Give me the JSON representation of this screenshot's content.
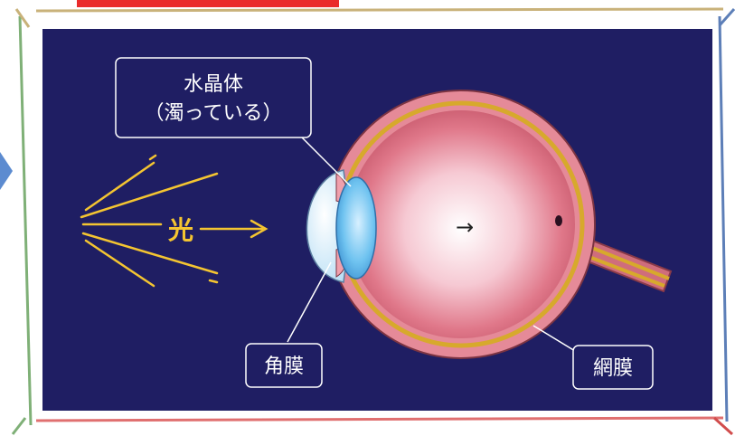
{
  "labels": {
    "lens": "水晶体",
    "lens_note": "（濁っている）",
    "cornea": "角膜",
    "retina": "網膜",
    "light": "光",
    "center_arrow": "→"
  },
  "colors": {
    "panel_bg": "#1f1e63",
    "light_rays": "#f4c531",
    "eyeball_fill": "#e58a98",
    "lens_blue": "#57b7ea",
    "nerve": "#cf6d7c",
    "retina_line": "#d7a92c",
    "top_tab": "#ea2b2b",
    "side_arrow": "#5c8bd0"
  },
  "icons": {
    "side_arrow": "chevron-right-icon",
    "center_arrow": "arrow-right-icon"
  }
}
